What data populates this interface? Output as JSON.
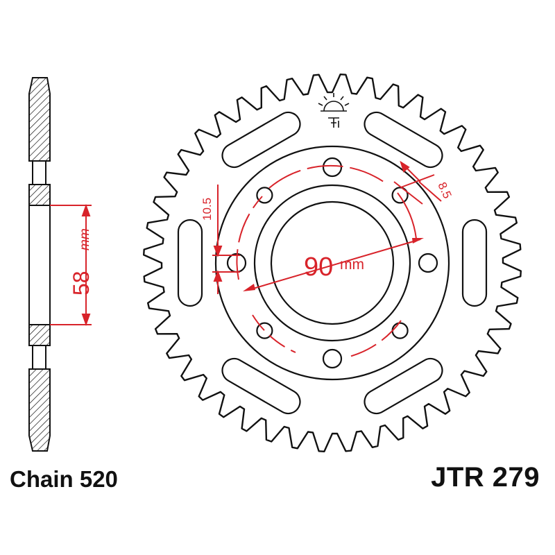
{
  "caption": {
    "chain": "Chain 520",
    "part_number": "JTR 279"
  },
  "dimensions": {
    "hub_offset": {
      "value": "58",
      "unit": "mm"
    },
    "pcd": {
      "value": "90",
      "unit": "mm"
    },
    "bolt_hole": "10.5",
    "small_hole": "8.5"
  },
  "sprocket": {
    "teeth": 44,
    "large_bolt_holes": 4,
    "small_bolt_holes": 4,
    "slots": 6
  },
  "colors": {
    "outline": "#111111",
    "dimension": "#d8232a",
    "hatch": "#111111",
    "background": "#ffffff"
  },
  "icons": [
    "sun-logo-icon"
  ]
}
